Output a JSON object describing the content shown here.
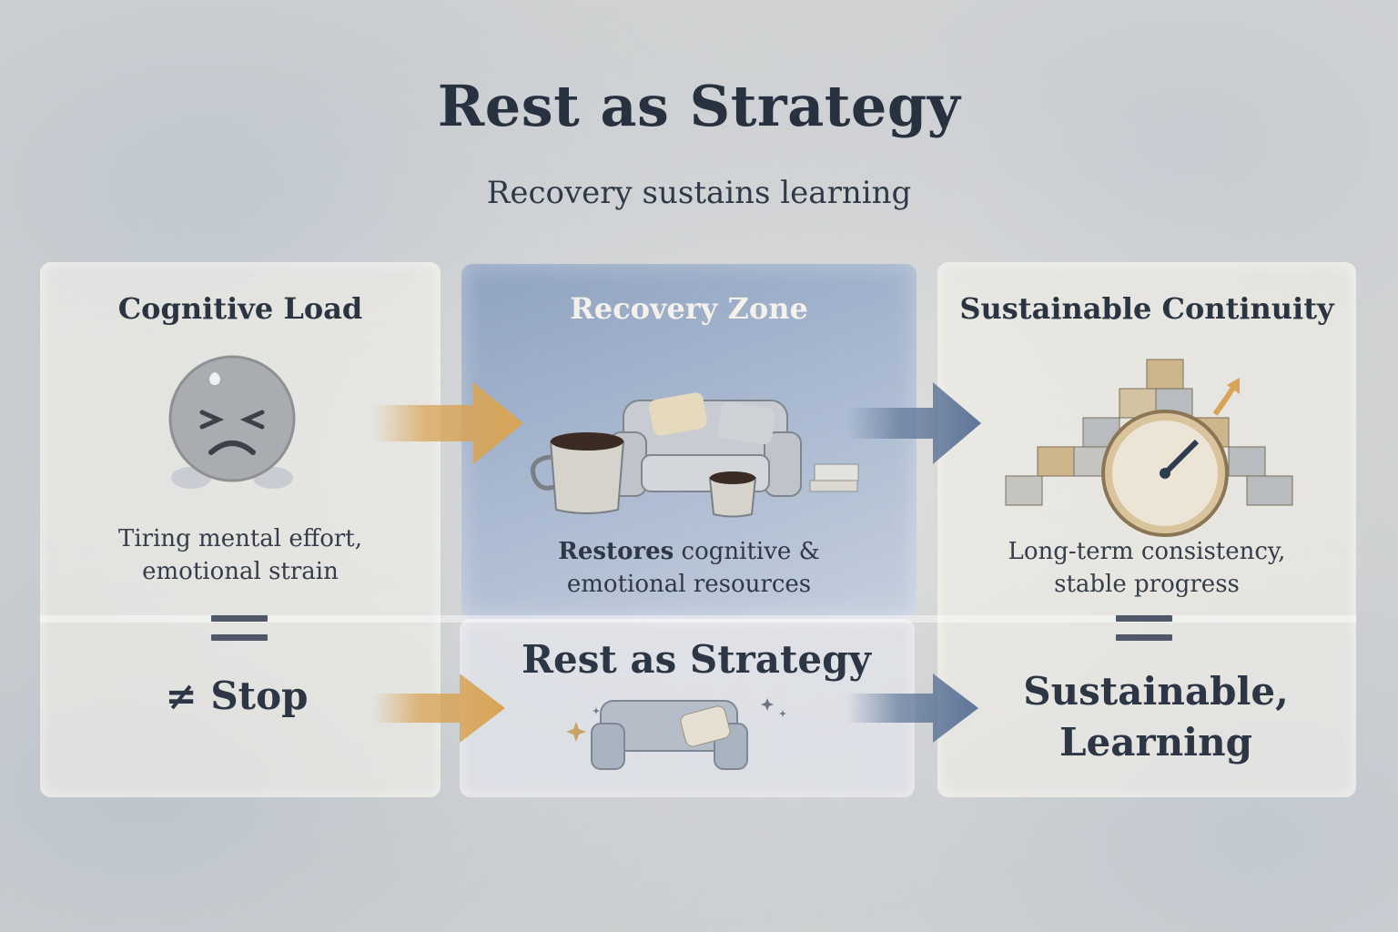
{
  "header": {
    "title": "Rest as Strategy",
    "subtitle": "Recovery sustains learning"
  },
  "panels": {
    "cognitive_load": {
      "heading": "Cognitive Load",
      "description_line1": "Tiring mental effort,",
      "description_line2": "emotional strain",
      "icon": "tired-face-icon",
      "result_symbol": "≠",
      "result_text": "Stop"
    },
    "recovery_zone": {
      "heading": "Recovery Zone",
      "description_bold": "Restores",
      "description_rest": " cognitive &",
      "description_line2": "emotional resources",
      "icon": "armchair-with-mugs-icon",
      "result_text": "Rest as Strategy",
      "result_icon": "armchair-sparkle-icon"
    },
    "sustainable_continuity": {
      "heading": "Sustainable Continuity",
      "description_line1": "Long-term consistency,",
      "description_line2": "stable progress",
      "icon": "blocks-and-clock-icon",
      "result_line1": "Sustainable,",
      "result_line2": "Learning"
    }
  },
  "colors": {
    "warm_arrow": "#d8a456",
    "cool_arrow": "#5e7598",
    "recovery_panel": "#9aaecb",
    "text_dark": "#27313f"
  }
}
